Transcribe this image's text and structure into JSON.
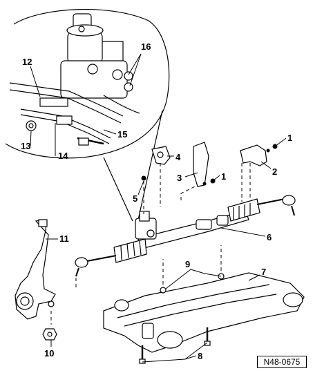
{
  "diagram": {
    "callouts": [
      {
        "id": "c1a",
        "text": "1"
      },
      {
        "id": "c1b",
        "text": "1"
      },
      {
        "id": "c2",
        "text": "2"
      },
      {
        "id": "c3",
        "text": "3"
      },
      {
        "id": "c4",
        "text": "4"
      },
      {
        "id": "c5",
        "text": "5"
      },
      {
        "id": "c6",
        "text": "6"
      },
      {
        "id": "c7",
        "text": "7"
      },
      {
        "id": "c8",
        "text": "8"
      },
      {
        "id": "c9",
        "text": "9"
      },
      {
        "id": "c10",
        "text": "10"
      },
      {
        "id": "c11",
        "text": "11"
      },
      {
        "id": "c12",
        "text": "12"
      },
      {
        "id": "c13",
        "text": "13"
      },
      {
        "id": "c14",
        "text": "14"
      },
      {
        "id": "c15",
        "text": "15"
      },
      {
        "id": "c16",
        "text": "16"
      }
    ],
    "reference_code": "N48-0675"
  }
}
